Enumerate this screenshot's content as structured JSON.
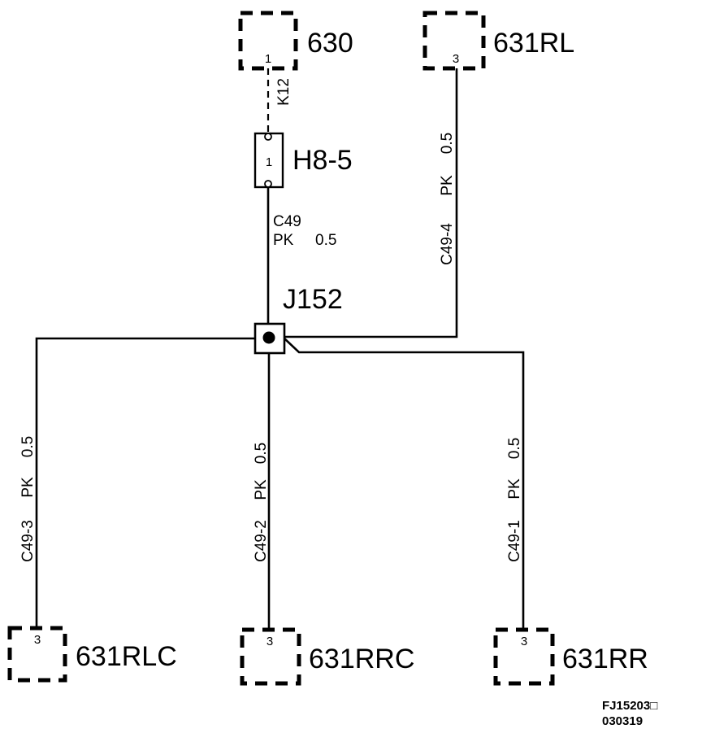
{
  "connectors": {
    "c630": {
      "name": "630",
      "pin": "1"
    },
    "c631rl": {
      "name": "631RL",
      "pin": "3"
    },
    "c631rlc": {
      "name": "631RLC",
      "pin": "3"
    },
    "c631rrc": {
      "name": "631RRC",
      "pin": "3"
    },
    "c631rr": {
      "name": "631RR",
      "pin": "3"
    }
  },
  "fuse": {
    "name": "H8-5",
    "pin": "1"
  },
  "splice": {
    "name": "J152"
  },
  "wires": {
    "k12": "K12",
    "c49": {
      "circuit": "C49",
      "color": "PK",
      "size": "0.5"
    },
    "c49_4": {
      "circuit": "C49-4",
      "color": "PK",
      "size": "0.5"
    },
    "c49_3": {
      "circuit": "C49-3",
      "color": "PK",
      "size": "0.5"
    },
    "c49_2": {
      "circuit": "C49-2",
      "color": "PK",
      "size": "0.5"
    },
    "c49_1": {
      "circuit": "C49-1",
      "color": "PK",
      "size": "0.5"
    }
  },
  "footer": {
    "code1": "FJ15203□",
    "code2": "030319"
  }
}
